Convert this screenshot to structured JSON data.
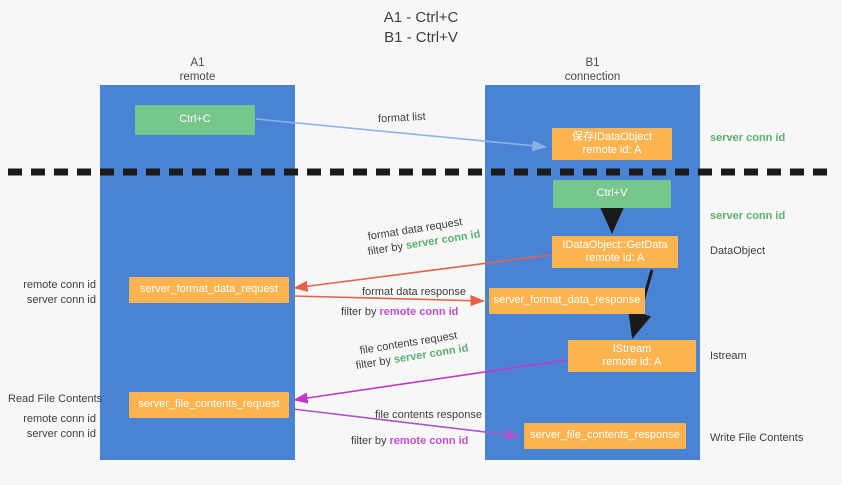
{
  "title": {
    "line1": "A1 - Ctrl+C",
    "line2": "B1 - Ctrl+V"
  },
  "colors": {
    "background": "#f7f7f7",
    "lane": "#4b83d4",
    "node_green": "#77c68b",
    "node_orange": "#fbb450",
    "server_conn": "#5cb071",
    "remote_conn": "#c04fd0",
    "arrow_blue": "#8ab4e8",
    "arrow_red": "#e8604c",
    "arrow_magenta": "#c736c7",
    "arrow_purple": "#a855c8",
    "arrow_black": "#1a1a1a",
    "divider": "#1a1a1a"
  },
  "lanes": [
    {
      "id": "a1",
      "title": "A1",
      "subtitle": "remote"
    },
    {
      "id": "b1",
      "title": "B1",
      "subtitle": "connection"
    }
  ],
  "nodes": {
    "ctrl_c": {
      "label": "Ctrl+C"
    },
    "save_idataobject": {
      "line1": "保存IDataObject",
      "line2": "remote id: A"
    },
    "ctrl_v": {
      "label": "Ctrl+V"
    },
    "getdata": {
      "line1": "IDataObject::GetData",
      "line2": "remote id: A"
    },
    "format_data_request": {
      "label": "server_format_data_request"
    },
    "format_data_response": {
      "label": "server_format_data_response"
    },
    "istream": {
      "line1": "IStream",
      "line2": "remote id: A"
    },
    "file_contents_request": {
      "label": "server_file_contents_request"
    },
    "file_contents_response": {
      "label": "server_file_contents_response"
    }
  },
  "annotations": {
    "format_list": "format list",
    "server_conn_id": "server conn id",
    "remote_conn_id": "remote conn id",
    "dataobject": "DataObject",
    "istream": "Istream",
    "write_file_contents": "Write File Contents",
    "read_file_contents": "Read File Contents",
    "format_data_request": "format data request",
    "format_data_response": "format data response",
    "file_contents_request": "file contents request",
    "file_contents_response": "file contents response",
    "filter_by": "filter by"
  }
}
